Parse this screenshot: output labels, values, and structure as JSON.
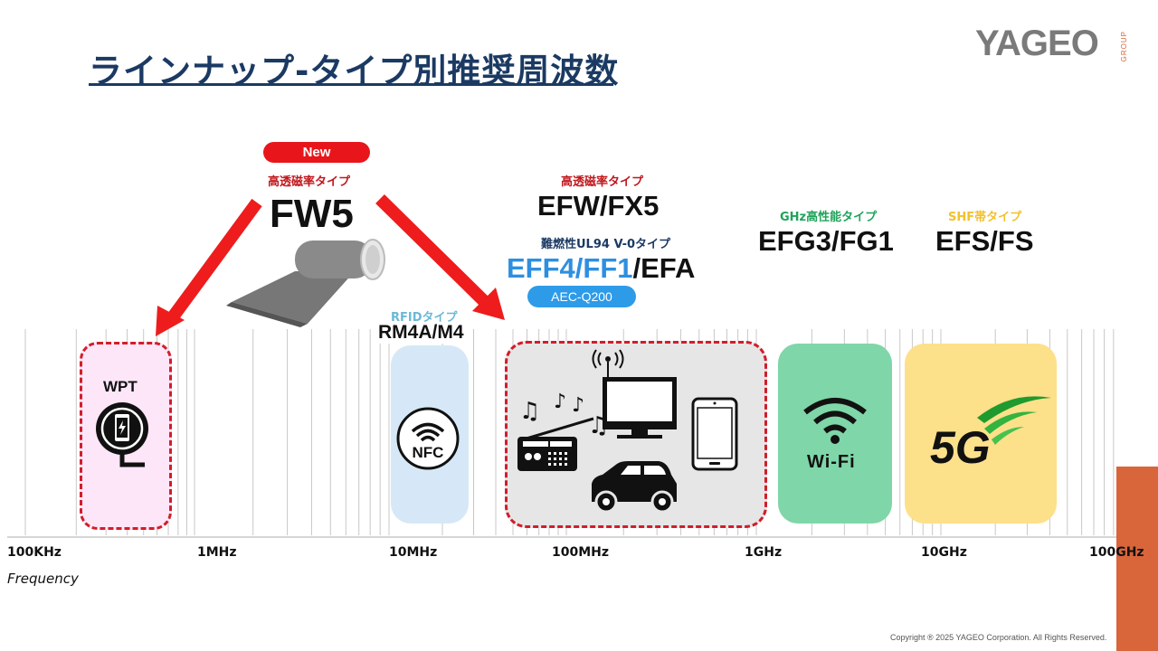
{
  "slide": {
    "title": "ラインナップ-タイプ別推奨周波数",
    "logo": {
      "text": "YAGEO",
      "group": "GROUP"
    },
    "copyright": "Copyright ® 2025 YAGEO Corporation. All Rights Reserved."
  },
  "colors": {
    "title": "#1b3a63",
    "red_accent": "#e8161b",
    "type_red": "#c0161b",
    "blue_accent": "#2e9be8",
    "rfid_label": "#6bb8d6",
    "ghz_label": "#1fa35a",
    "shf_label": "#f2c12e",
    "orange_bar": "#d9653b",
    "wpt_fill": "#fde6f8",
    "nfc_fill": "#d6e8f7",
    "broadcast_fill": "#e6e6e6",
    "wifi_fill": "#7fd6a8",
    "fiveg_fill": "#fde08a"
  },
  "products": {
    "fw5": {
      "badge": "New",
      "type": "高透磁率タイプ",
      "name": "FW5"
    },
    "efw": {
      "type": "高透磁率タイプ",
      "name": "EFW/FX5"
    },
    "eff": {
      "type": "難燃性UL94 V-0タイプ",
      "name_blue": "EFF4/FF1",
      "name_black": "/EFA",
      "badge": "AEC-Q200"
    },
    "rfid": {
      "type": "RFIDタイプ",
      "name": "RM4A/M4"
    },
    "efg": {
      "type": "GHz高性能タイプ",
      "name": "EFG3/FG1"
    },
    "efs": {
      "type": "SHF帯タイプ",
      "name": "EFS/FS"
    }
  },
  "applications": {
    "wpt": {
      "label": "WPT",
      "icon": "wireless-charging-icon"
    },
    "nfc": {
      "label": "NFC",
      "icon": "nfc-icon"
    },
    "broadcast": {
      "icons": [
        "radio-icon",
        "music-notes-icon",
        "tv-icon",
        "antenna-icon",
        "car-icon",
        "smartphone-icon"
      ]
    },
    "wifi": {
      "label": "Wi-Fi",
      "icon": "wifi-icon"
    },
    "fiveg": {
      "label": "5G",
      "icon": "5g-icon"
    }
  },
  "axis": {
    "label": "Frequency",
    "ticks": [
      "100KHz",
      "1MHz",
      "10MHz",
      "100MHz",
      "1GHz",
      "10GHz",
      "100GHz"
    ]
  }
}
